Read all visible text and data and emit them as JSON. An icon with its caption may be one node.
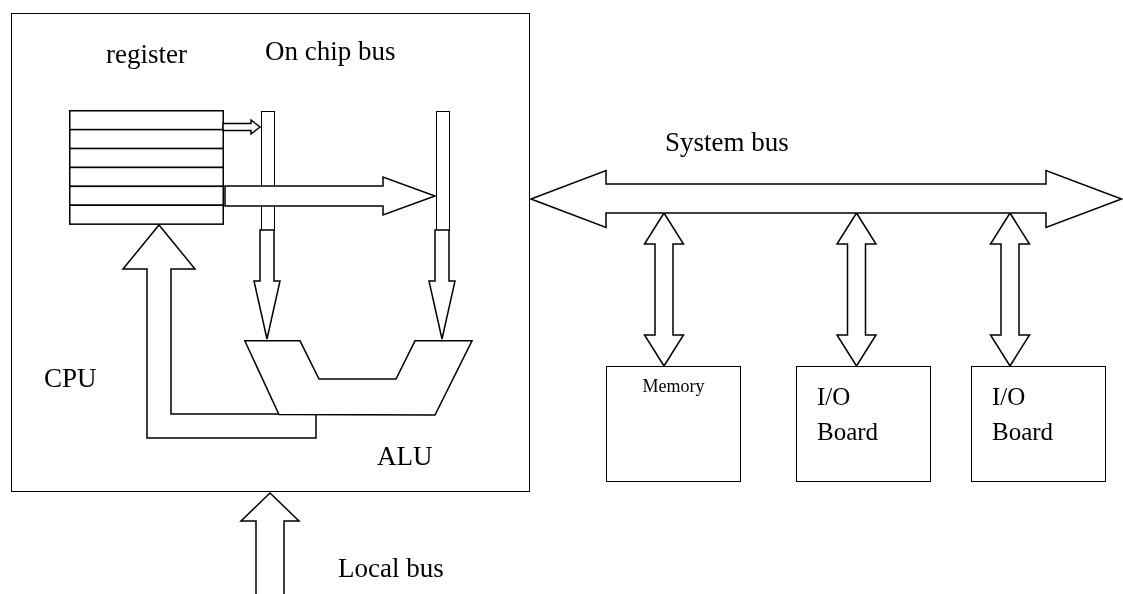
{
  "diagram": {
    "nodes": [
      {
        "text": [
          "CPU"
        ]
      },
      {
        "text": [
          "register"
        ],
        "in": 0
      },
      {
        "text": [],
        "shape": "bar",
        "in": 0
      },
      {
        "text": [],
        "shape": "bar",
        "in": 0
      },
      {
        "text": [
          "ALU"
        ],
        "in": 0
      },
      {
        "text": [
          "System bus"
        ]
      },
      {
        "text": [
          "Memory"
        ]
      },
      {
        "text": [
          "I/O Board"
        ]
      },
      {
        "text": [
          "I/O Board"
        ]
      }
    ],
    "edges": [
      {
        "from": 1,
        "to": 2,
        "arrow": "to"
      },
      {
        "from": 1,
        "to": 3,
        "arrow": "to"
      },
      {
        "from": 2,
        "to": 4,
        "arrow": "to"
      },
      {
        "from": 3,
        "to": 4,
        "arrow": "to"
      },
      {
        "from": 4,
        "to": 1,
        "arrow": "to"
      },
      {
        "from": null,
        "to": 0,
        "arrow": "to",
        "label": "Local bus"
      },
      {
        "from": 5,
        "to": 6,
        "arrow": "both"
      },
      {
        "from": 5,
        "to": 7,
        "arrow": "both"
      },
      {
        "from": 5,
        "to": 8,
        "arrow": "both"
      }
    ],
    "labels": [
      "On chip bus"
    ]
  }
}
